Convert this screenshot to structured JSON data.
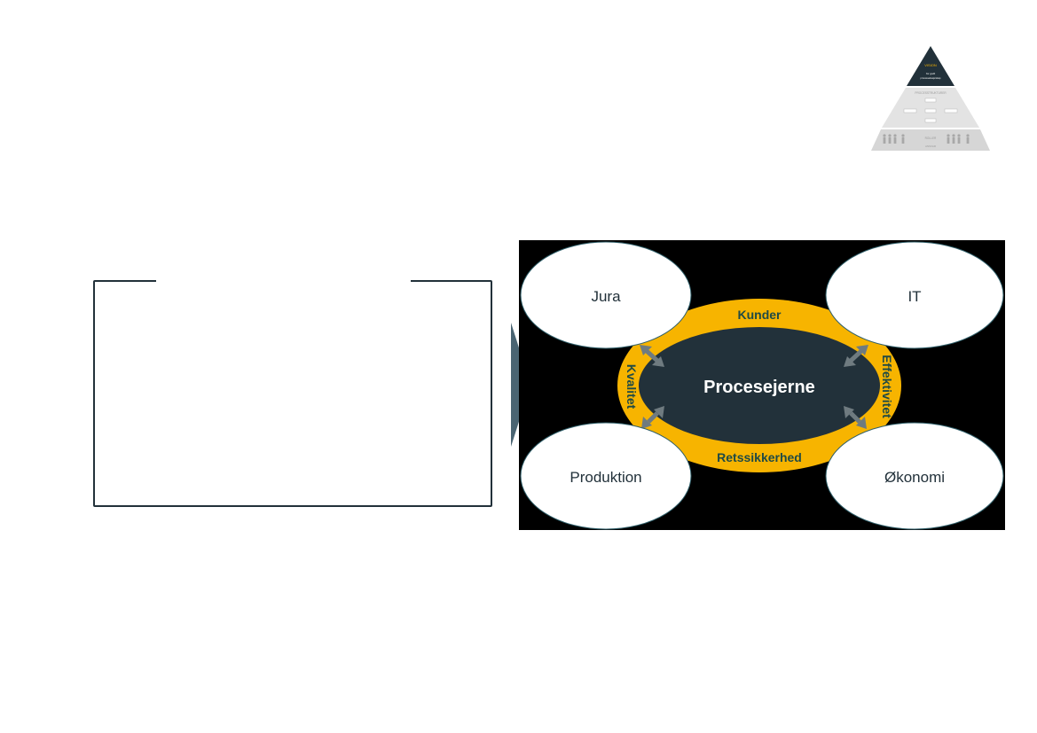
{
  "pyramid": {
    "top_label": "VISION",
    "top_sub1": "for godt",
    "top_sub2": "processeksejerskap",
    "mid_label": "PROCESSTRUKTURER",
    "bottom_label1": "ROLLER",
    "bottom_label2": "ANSVAR"
  },
  "diagram": {
    "center_label": "Procesejerne",
    "ring_labels": {
      "top": "Kunder",
      "bottom": "Retssikkerhed",
      "left": "Kvalitet",
      "right": "Effektivitet"
    },
    "nodes": [
      {
        "label": "Jura"
      },
      {
        "label": "IT"
      },
      {
        "label": "Produktion"
      },
      {
        "label": "Økonomi"
      }
    ],
    "colors": {
      "background": "#000000",
      "center": "#22313a",
      "ring": "#f7b400",
      "ring_text": "#1f4a45",
      "arrow": "#6f7b80",
      "node_fill": "#ffffff",
      "node_stroke": "#2f5f6a"
    }
  },
  "colors": {
    "frame": "#22313a",
    "chevron": "#4a6472"
  }
}
